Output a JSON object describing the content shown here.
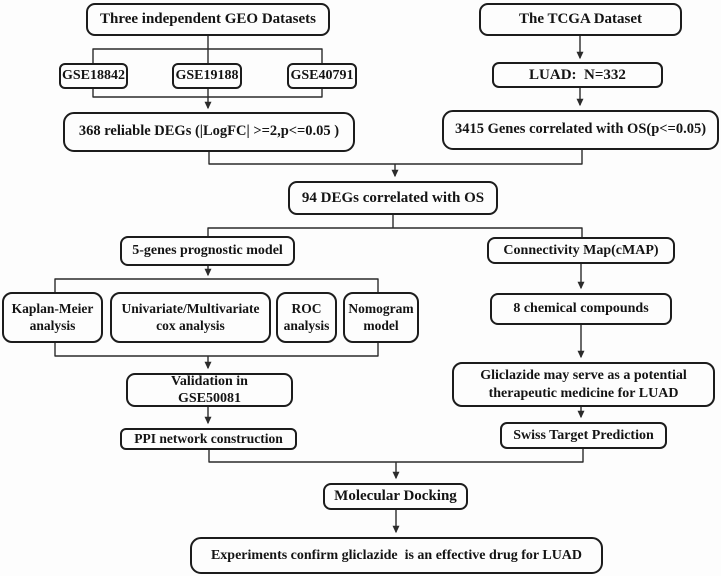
{
  "diagram": {
    "type": "flowchart",
    "colors": {
      "background": "#fdfdfd",
      "box_border": "#1c1c1c",
      "text": "#141414",
      "connector": "#2b2b2b"
    },
    "nodes": {
      "geo_header": "Three independent GEO Datasets",
      "gse18842": "GSE18842",
      "gse19188": "GSE19188",
      "gse40791": "GSE40791",
      "degs368": "368 reliable DEGs (|LogFC| >=2,p<=0.05 )",
      "tcga_header": "The TCGA Dataset",
      "luad": "LUAD:  N=332",
      "genes3415": "3415 Genes correlated with OS(p<=0.05)",
      "degs94": "94 DEGs correlated with OS",
      "model5": "5-genes prognostic model",
      "cmap": "Connectivity Map(cMAP)",
      "km": "Kaplan-Meier\nanalysis",
      "cox": "Univariate/Multivariate\ncox analysis",
      "roc": "ROC\nanalysis",
      "nomogram": "Nomogram\nmodel",
      "validation": "Validation in\nGSE50081",
      "ppi": "PPI network construction",
      "compounds8": "8 chemical compounds",
      "gliclazide": "Gliclazide may serve as a potential\ntherapeutic medicine for LUAD",
      "swiss": "Swiss Target Prediction",
      "docking": "Molecular Docking",
      "final": "Experiments confirm gliclazide  is an effective drug for LUAD"
    },
    "edges": [
      [
        "geo_header",
        "gse18842"
      ],
      [
        "geo_header",
        "gse19188"
      ],
      [
        "geo_header",
        "gse40791"
      ],
      [
        "gse18842",
        "degs368"
      ],
      [
        "gse19188",
        "degs368"
      ],
      [
        "gse40791",
        "degs368"
      ],
      [
        "tcga_header",
        "luad"
      ],
      [
        "luad",
        "genes3415"
      ],
      [
        "degs368",
        "degs94"
      ],
      [
        "genes3415",
        "degs94"
      ],
      [
        "degs94",
        "model5"
      ],
      [
        "degs94",
        "cmap"
      ],
      [
        "model5",
        "km"
      ],
      [
        "model5",
        "cox"
      ],
      [
        "model5",
        "roc"
      ],
      [
        "model5",
        "nomogram"
      ],
      [
        "km",
        "validation"
      ],
      [
        "cox",
        "validation"
      ],
      [
        "roc",
        "validation"
      ],
      [
        "nomogram",
        "validation"
      ],
      [
        "validation",
        "ppi"
      ],
      [
        "cmap",
        "compounds8"
      ],
      [
        "compounds8",
        "gliclazide"
      ],
      [
        "gliclazide",
        "swiss"
      ],
      [
        "ppi",
        "docking"
      ],
      [
        "swiss",
        "docking"
      ],
      [
        "docking",
        "final"
      ]
    ]
  }
}
